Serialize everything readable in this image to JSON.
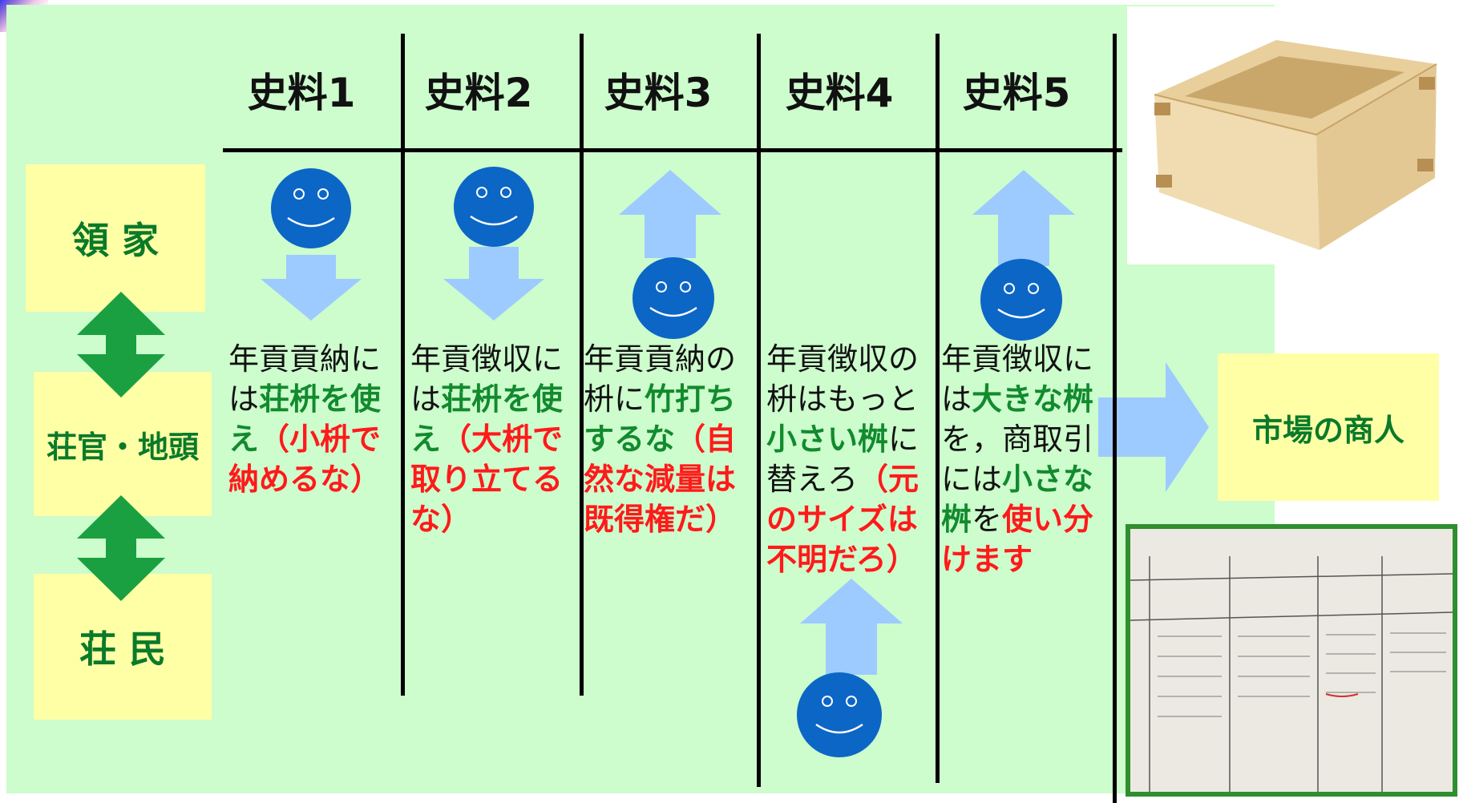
{
  "columns": [
    {
      "title": "史料1",
      "direction": "down",
      "segments": [
        {
          "t": "年貢貢納には",
          "c": "k"
        },
        {
          "t": "荘枡を使え",
          "c": "g"
        },
        {
          "t": "（小枡で納めるな）",
          "c": "r"
        }
      ]
    },
    {
      "title": "史料2",
      "direction": "down",
      "segments": [
        {
          "t": "年貢徴収には",
          "c": "k"
        },
        {
          "t": "荘枡を使え",
          "c": "g"
        },
        {
          "t": "（大枡で取り立てるな）",
          "c": "r"
        }
      ]
    },
    {
      "title": "史料3",
      "direction": "up",
      "segments": [
        {
          "t": "年貢貢納の枡に",
          "c": "k"
        },
        {
          "t": "竹打ちするな",
          "c": "g"
        },
        {
          "t": "（自然な減量は既得権だ）",
          "c": "r"
        }
      ]
    },
    {
      "title": "史料4",
      "direction": "up",
      "segments": [
        {
          "t": "年貢徴収の枡はもっと",
          "c": "k"
        },
        {
          "t": "小さい桝",
          "c": "g"
        },
        {
          "t": "に替えろ",
          "c": "k"
        },
        {
          "t": "（元のサイズは不明だろ）",
          "c": "r"
        }
      ]
    },
    {
      "title": "史料5",
      "direction": "up",
      "segments": [
        {
          "t": "年貢徴収には",
          "c": "k"
        },
        {
          "t": "大きな桝",
          "c": "g"
        },
        {
          "t": "を，商取引には",
          "c": "k"
        },
        {
          "t": "小さな桝",
          "c": "g"
        },
        {
          "t": "を",
          "c": "k"
        },
        {
          "t": "使い分けます",
          "c": "r"
        }
      ]
    }
  ],
  "actors": {
    "lord": "領 家",
    "official": "荘官・地頭",
    "peasants": "荘 民",
    "merchant": "市場の商人"
  },
  "colors": {
    "panel": "#cdfccd",
    "box": "#ffffa6",
    "green_text": "#128a2e",
    "red_text": "#ff1a1a",
    "arrow_blue": "#9dcbff",
    "arrow_green": "#1aa041",
    "face": "#0b66c6"
  },
  "icons": {
    "smiley": "smiley-face-icon",
    "arrow": "block-arrow-icon"
  }
}
